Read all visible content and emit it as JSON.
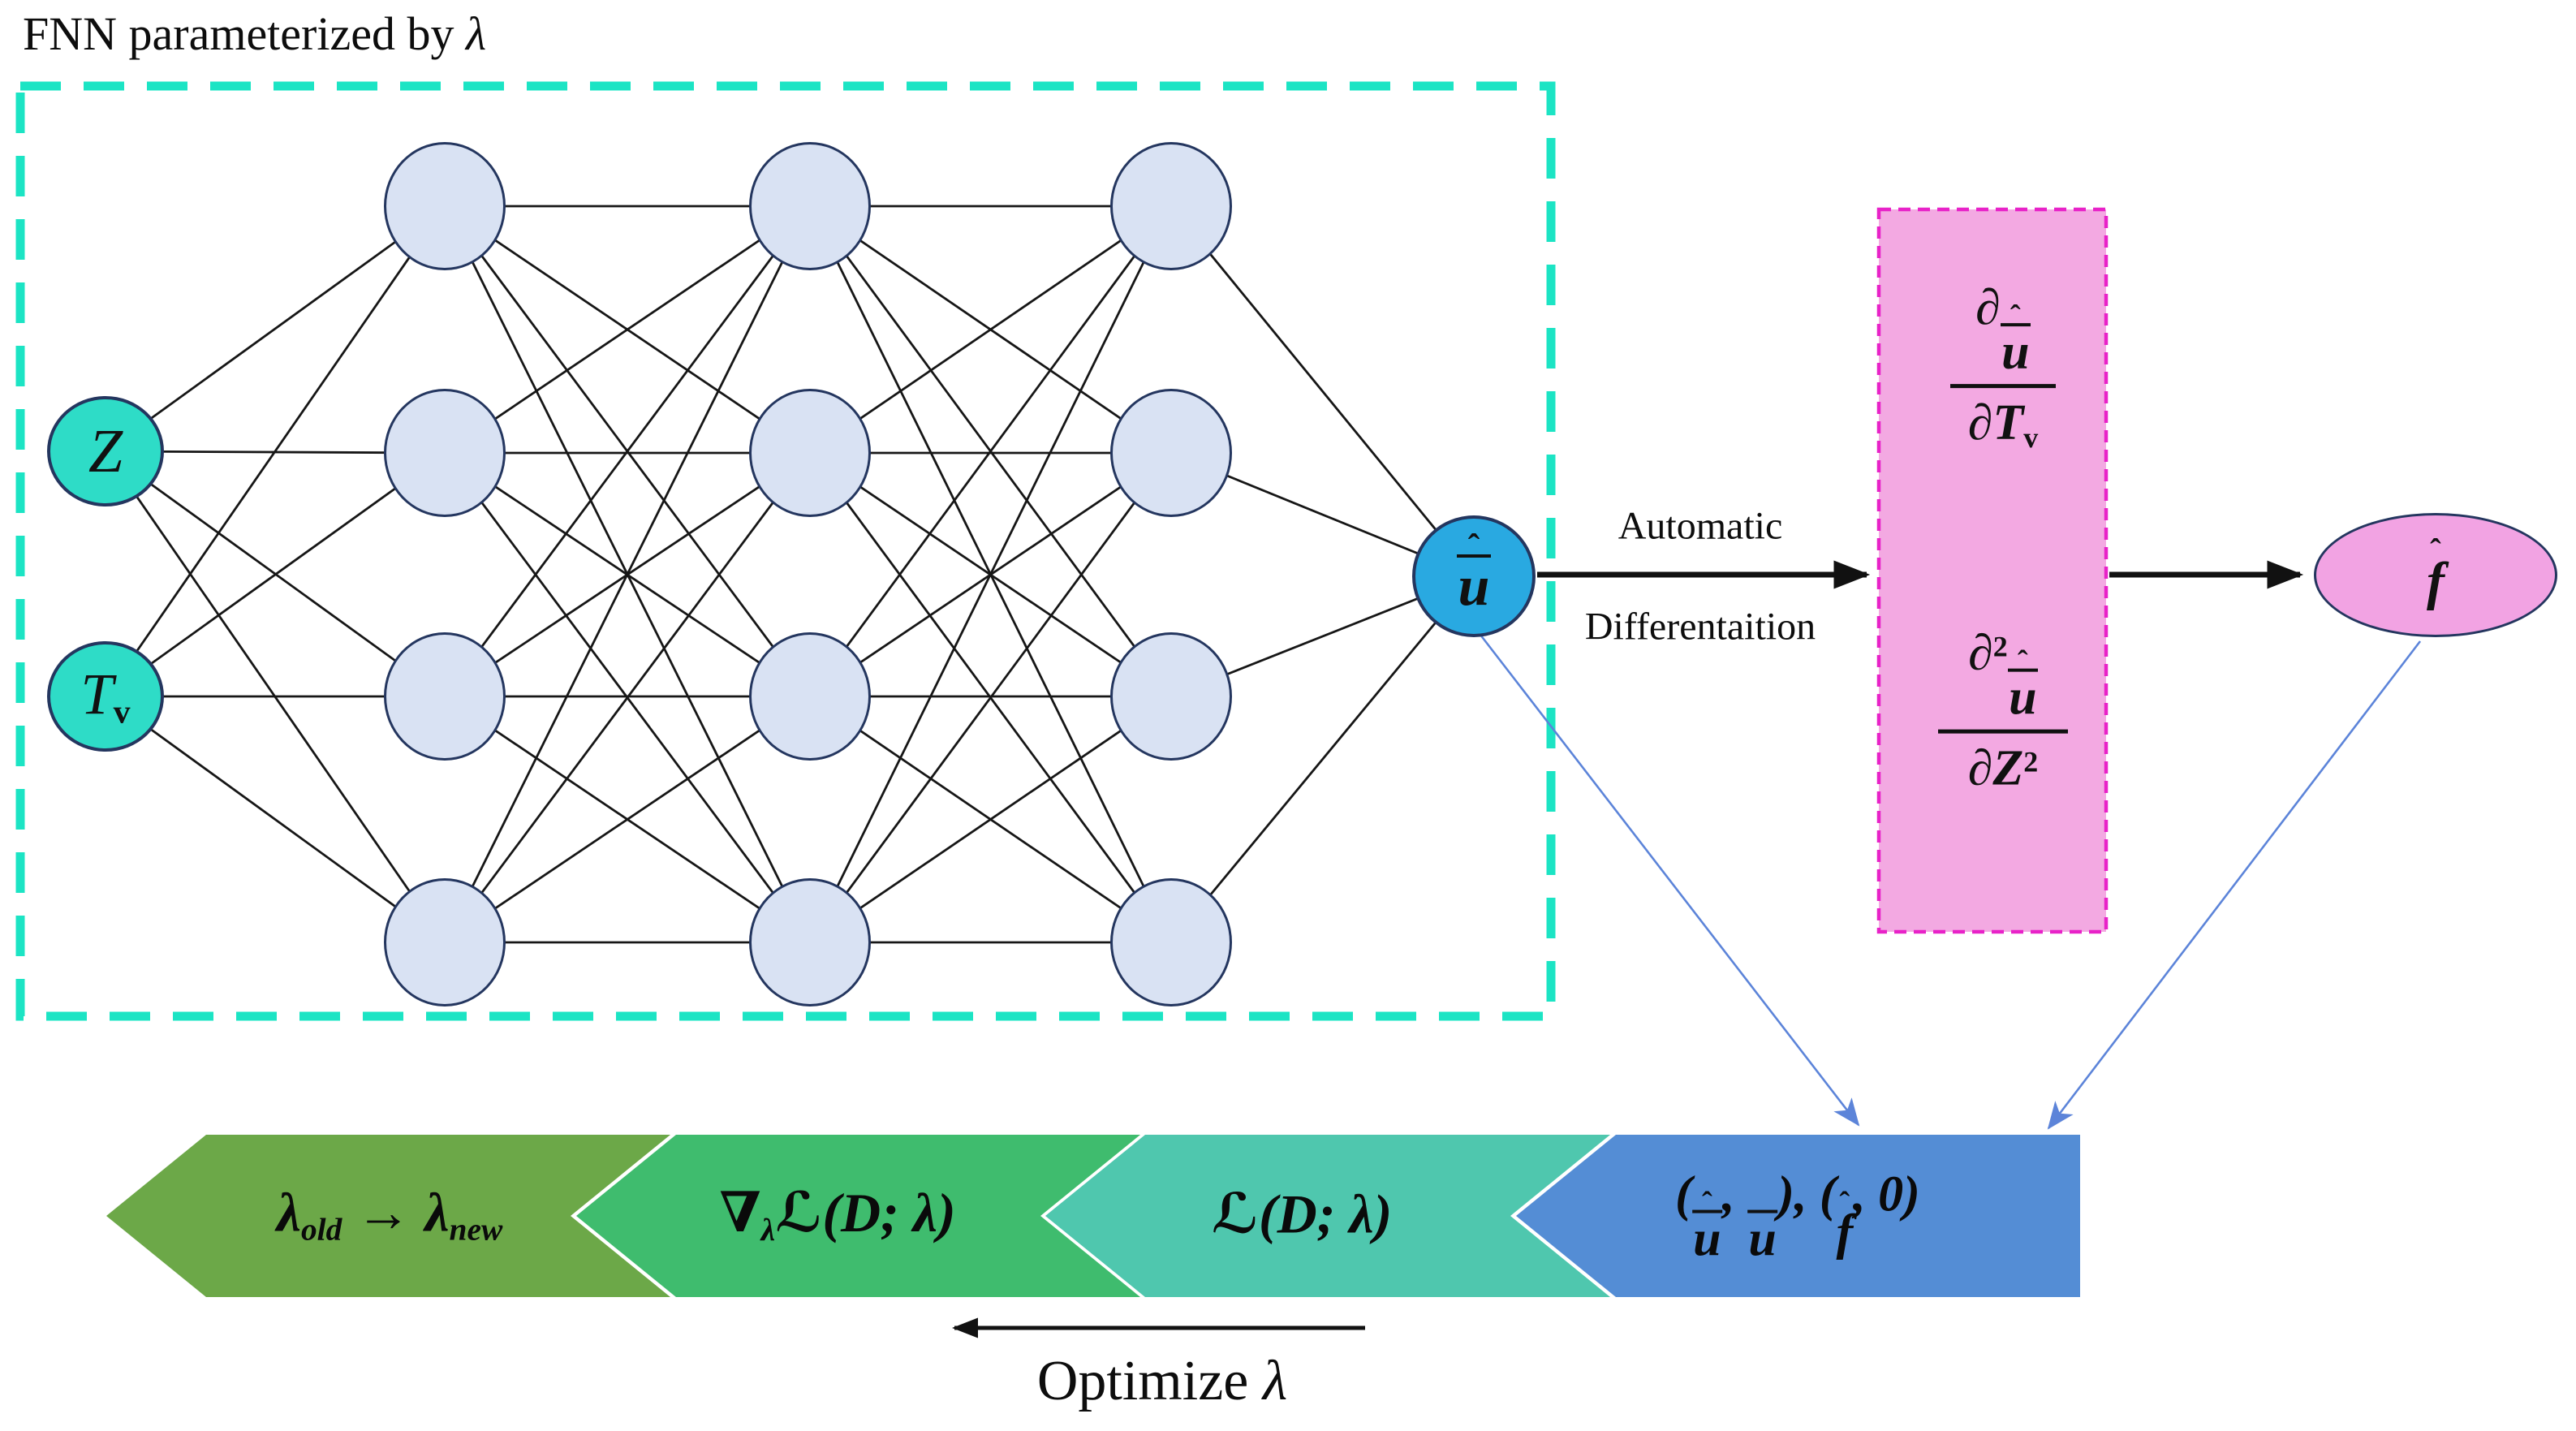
{
  "title": {
    "text": "FNN parameterized by",
    "symbol": "λ"
  },
  "network": {
    "input_nodes": [
      {
        "base": "Z",
        "sub": ""
      },
      {
        "base": "T",
        "sub": "v"
      }
    ],
    "hidden_layers": 3,
    "nodes_per_hidden_layer": 4,
    "output_node": {
      "hat": "ˆ",
      "base": "u"
    }
  },
  "auto_diff": {
    "line1": "Automatic",
    "line2": "Differentaition"
  },
  "derivative_box": {
    "frac1": {
      "num_d": "∂",
      "num_hat": "ˆ",
      "num_base": "u",
      "den": "∂T",
      "den_sub": "v"
    },
    "frac2": {
      "num_d": "∂",
      "num_sup": "2",
      "num_hat": "ˆ",
      "num_base": "u",
      "den": "∂Z",
      "den_sup": "2"
    }
  },
  "f_node": {
    "hat": "ˆ",
    "base": "f"
  },
  "banner": {
    "chevrons": [
      {
        "color": "#6CA848",
        "parts": {
          "l1": "λ",
          "s1": "old",
          "arrow": " → ",
          "l2": "λ",
          "s2": "new"
        }
      },
      {
        "color": "#3FBC6E",
        "parts": {
          "nabla": "∇",
          "nsub": "λ",
          "L": "ℒ",
          "rest": "(D; λ)"
        }
      },
      {
        "color": "#4FC7AE",
        "parts": {
          "L": "ℒ",
          "rest": "(D; λ)"
        }
      },
      {
        "color": "#548DD5",
        "parts": {
          "open": "(",
          "u1_hat": "ˆ",
          "u1_base": "u",
          "comma1": ", ",
          "u2_base": "u",
          "close1": "), (",
          "f_hat": "ˆ",
          "f_base": "f",
          "end": ", 0)"
        }
      }
    ]
  },
  "optimize": {
    "text": "Optimize ",
    "symbol": "λ"
  },
  "colors": {
    "fnn_border": "#1CE4C4",
    "input_node_fill": "#2EDCC7",
    "hidden_node_fill": "#D9E2F3",
    "output_node_fill": "#29A9E1",
    "node_border": "#24365F",
    "derivative_box_fill": "#F3A9E2",
    "derivative_box_border": "#E822C8",
    "f_node_fill": "#F2A3E3",
    "blue_arrow": "#5C84D9",
    "edge_black": "#161616"
  }
}
